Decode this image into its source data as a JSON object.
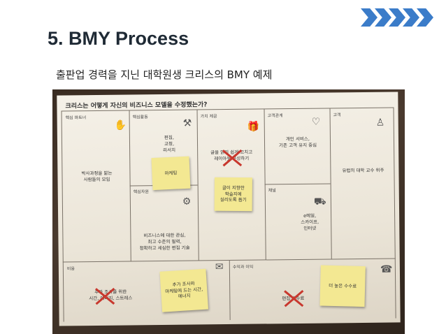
{
  "header": {
    "title": "5. BMY Process",
    "subtitle": "출판업 경력을 지닌 대학원생 크리스의 BMY 예제"
  },
  "canvas": {
    "title": "크리스는 어떻게 자신의 비즈니스 모델을 수정했는가?",
    "blocks": {
      "partners": "핵심 파트너",
      "activities": "핵심활동",
      "value": "가치 제공",
      "relationships": "고객관계",
      "segments": "고객",
      "resources": "핵심자원",
      "channels": "채널",
      "cost": "비용",
      "revenue": "수익과 이익"
    },
    "texts": {
      "partners": "박사과정을 밟는\n사람들의 모임",
      "activities": "편집,\n교정,\n리서치",
      "value": "글을 읽기 쉽게 고치고\n레이아웃 구성하기",
      "relationships": "개인 서비스,\n기존 고객 유지 중심",
      "segments": "유럽의 대학 교수 위주",
      "resources": "비즈니스에 대한 관심,\n최고 수준의 필력,\n정확하고 세심한 편집 기술",
      "channels": "e메일,\n스카이프,\n인터넷",
      "cost": "추가 조사를 위한\n시간, 에너지, 스트레스",
      "revenue": "편집 수수료"
    },
    "notes": {
      "activities": "마케팅",
      "value": "글이 지향한\n학술지에\n실리도록 돕기",
      "cost": "추가 조사와\n마케팅에 드는 시간,\n에너지",
      "revenue": "더 높은 수수료"
    },
    "icons": [
      "handshake-icon",
      "worker-icon",
      "gift-icon",
      "heart-icon",
      "person-icon",
      "tools-icon",
      "truck-icon",
      "receipt-icon",
      "cash-register-icon"
    ],
    "accent_color": "#3b7cc9",
    "note_color": "#f3e892",
    "cross_color": "#c8382e"
  }
}
